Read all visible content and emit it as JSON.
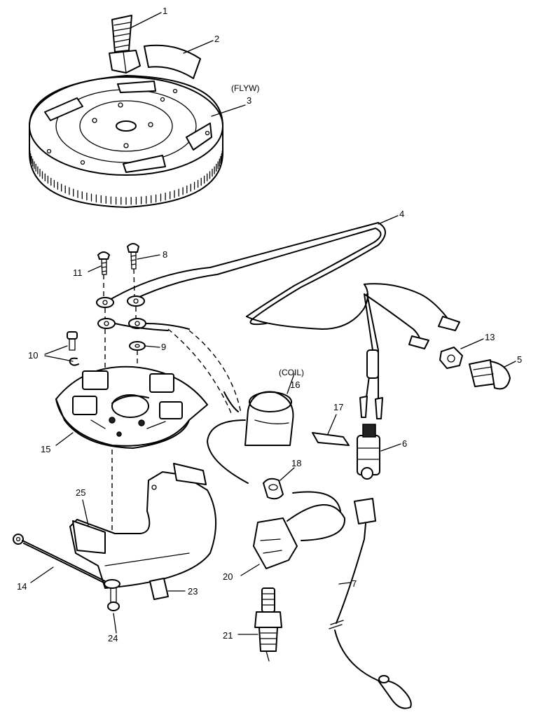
{
  "diagram": {
    "labels": {
      "p1": "1",
      "p2": "2",
      "p3": "3",
      "p4": "4",
      "p5": "5",
      "p6": "6",
      "p7": "7",
      "p8": "8",
      "p9": "9",
      "p10": "10",
      "p11": "11",
      "p13": "13",
      "p14": "14",
      "p15": "15",
      "p16": "16",
      "p17": "17",
      "p18": "18",
      "p20": "20",
      "p21": "21",
      "p23": "23",
      "p24": "24",
      "p25": "25"
    },
    "annotations": {
      "flywheel": "(FLYW)",
      "coil": "(COIL)"
    }
  }
}
